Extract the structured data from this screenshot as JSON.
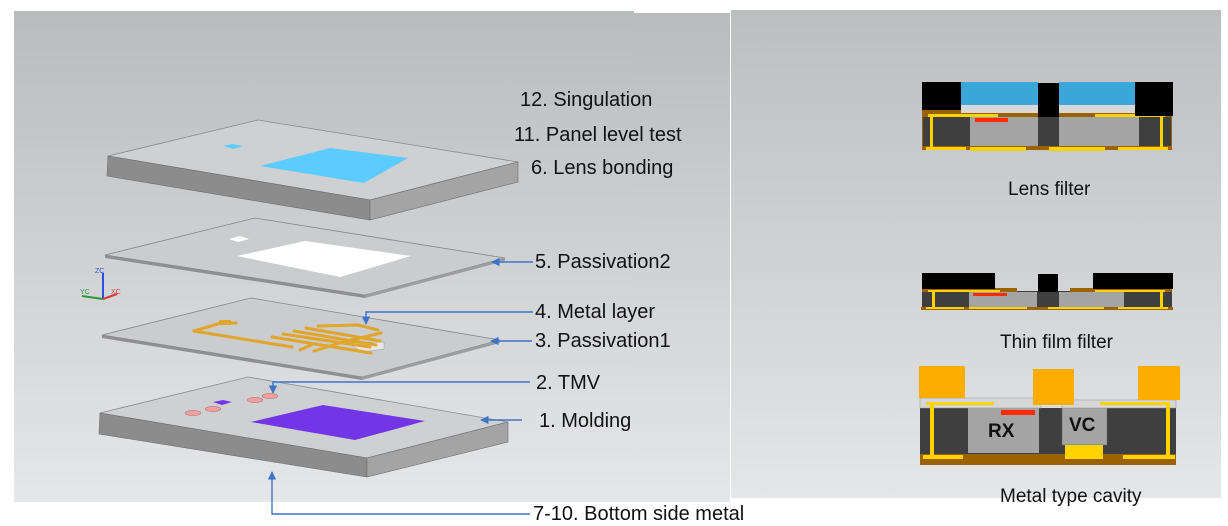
{
  "steps": {
    "s12": "12. Singulation",
    "s11": "11. Panel level test",
    "s6": "6. Lens bonding",
    "s5": "5. Passivation2",
    "s4": "4. Metal layer",
    "s3": "3. Passivation1",
    "s2": "2. TMV",
    "s1": "1. Molding",
    "s7_10": "7-10. Bottom side metal"
  },
  "axis_triad": {
    "z": "ZC",
    "y": "YC",
    "x": "XC"
  },
  "cross_sections": [
    {
      "caption": "Lens filter"
    },
    {
      "caption": "Thin film filter"
    },
    {
      "caption": "Metal type cavity",
      "labels": {
        "rx": "RX",
        "vc": "VC"
      }
    }
  ],
  "colors": {
    "lens_blue": "#3ba7d9",
    "lens_window": "#5ccbff",
    "molding_purple": "#7236e8",
    "metal_gold": "#e0a52a",
    "pad_yellow": "#ffd200",
    "substrate_brown": "#9a6300",
    "cap_orange": "#ffac00",
    "die_red": "#ff2a00",
    "arrow_blue": "#3d74c9"
  }
}
